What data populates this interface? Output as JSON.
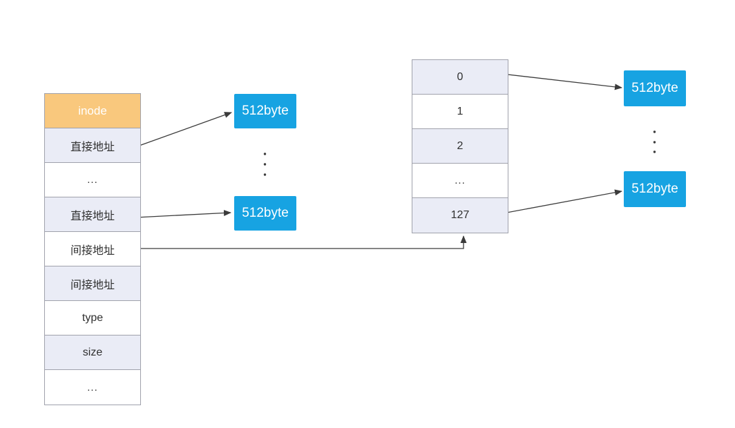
{
  "inode_table": {
    "header": "inode",
    "rows": [
      "直接地址",
      "...",
      "直接地址",
      "间接地址",
      "间接地址",
      "type",
      "size",
      "..."
    ]
  },
  "indirect_block_table": {
    "rows": [
      "0",
      "1",
      "2",
      "...",
      "127"
    ]
  },
  "data_blocks": {
    "direct": [
      "512byte",
      "512byte"
    ],
    "indirect": [
      "512byte",
      "512byte"
    ]
  },
  "colors": {
    "inode_header_orange": "#f9c87d",
    "row_lavender": "#eaecf6",
    "block_blue": "#17a3e2",
    "table_border_gray": "#9fa1ab",
    "arrow_dark": "#3b3b3b",
    "text_dark": "#2f2f2f",
    "text_white": "#ffffff"
  }
}
